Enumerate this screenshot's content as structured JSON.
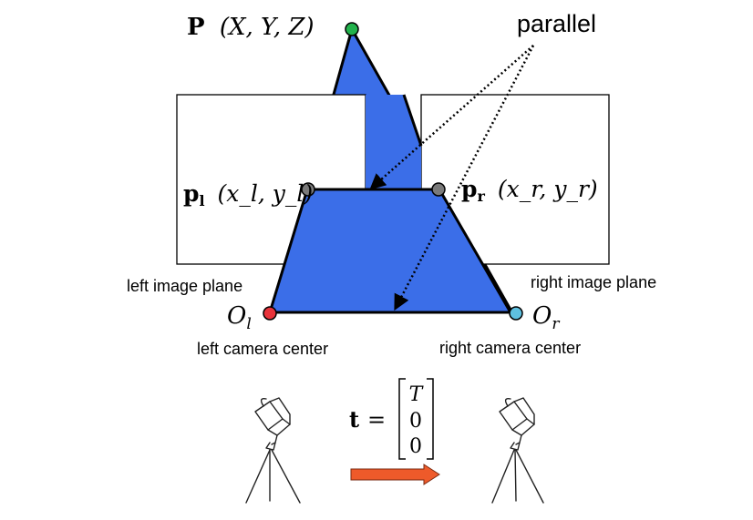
{
  "point": {
    "symbol": "P",
    "coords": "(X, Y, Z)",
    "color": "#22b24c"
  },
  "annotation": {
    "parallel": "parallel"
  },
  "left": {
    "point_symbol": "p",
    "point_subscript": "l",
    "point_coords": "(x_l, y_l)",
    "image_plane": "left image plane",
    "center_symbol": "O",
    "center_subscript": "l",
    "camera_center": "left camera center",
    "center_color": "#e8333b"
  },
  "right": {
    "point_symbol": "p",
    "point_subscript": "r",
    "point_coords": "(x_r, y_r)",
    "image_plane": "right image plane",
    "center_symbol": "O",
    "center_subscript": "r",
    "camera_center": "right camera center",
    "center_color": "#5ec0e0"
  },
  "translation": {
    "symbol": "t",
    "equals": "=",
    "vector": [
      "T",
      "0",
      "0"
    ],
    "arrow_color": "#ee5a2a"
  },
  "colors": {
    "triangle_fill": "#3b6ee8",
    "image_point": "#7a7a7a"
  }
}
